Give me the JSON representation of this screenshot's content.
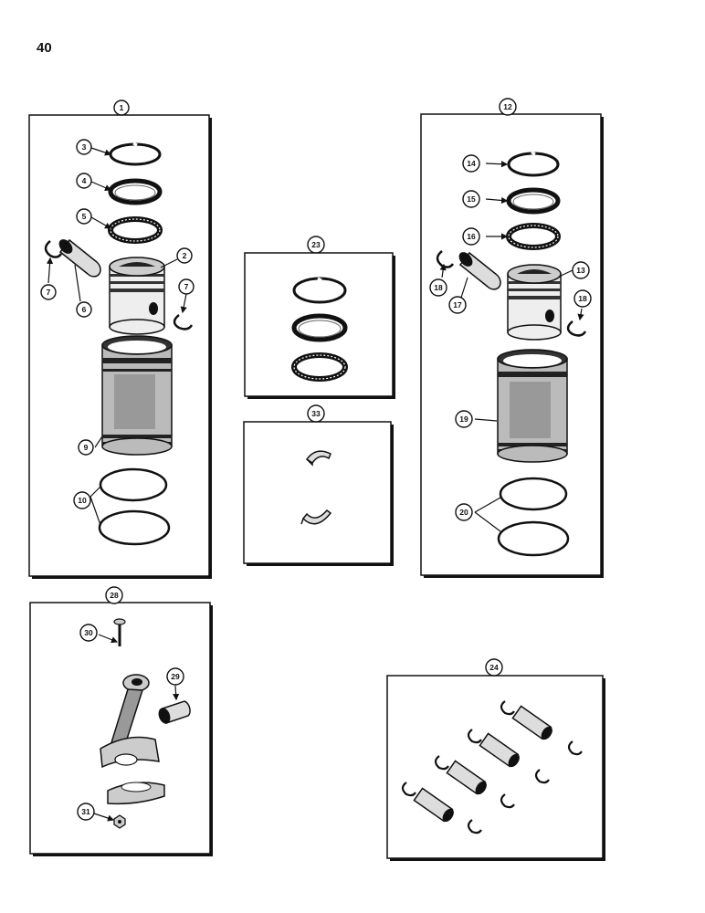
{
  "page_number": "40",
  "callouts": {
    "c1": "1",
    "c2": "2",
    "c3": "3",
    "c4": "4",
    "c5": "5",
    "c6": "6",
    "c7a": "7",
    "c7b": "7",
    "c9": "9",
    "c10": "10",
    "c12": "12",
    "c13": "13",
    "c14": "14",
    "c15": "15",
    "c16": "16",
    "c17": "17",
    "c18a": "18",
    "c18b": "18",
    "c19": "19",
    "c20": "20",
    "c23": "23",
    "c24": "24",
    "c28": "28",
    "c29": "29",
    "c30": "30",
    "c31": "31",
    "c33": "33"
  }
}
